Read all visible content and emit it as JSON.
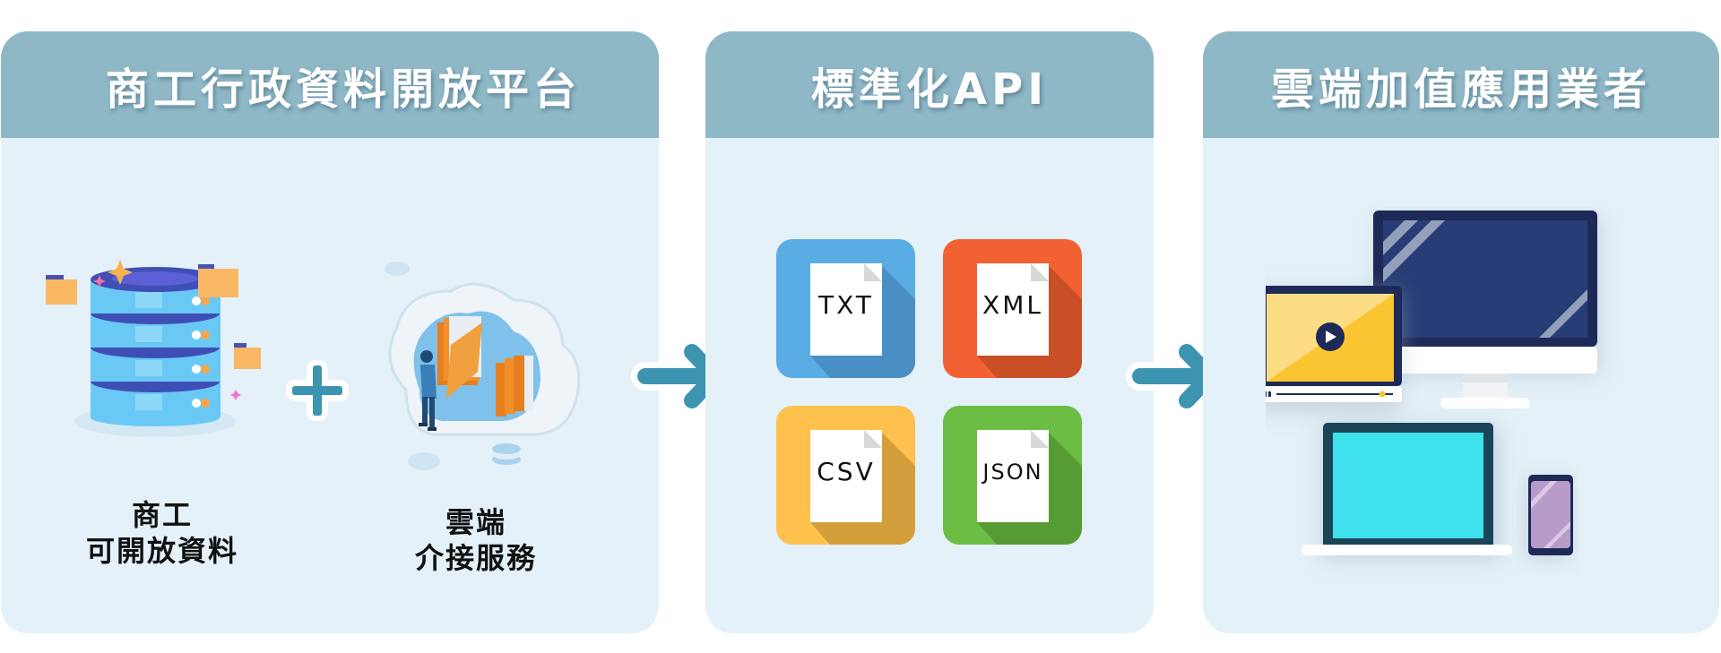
{
  "panels": [
    {
      "title": "商工行政資料開放平台",
      "items": [
        {
          "caption_line1": "商工",
          "caption_line2": "可開放資料",
          "icon": "database-icon"
        },
        {
          "caption_line1": "雲端",
          "caption_line2": "介接服務",
          "icon": "cloud-folders-icon"
        }
      ],
      "connector": "plus-icon"
    },
    {
      "title": "標準化API",
      "formats": [
        {
          "label": "TXT",
          "color": "#5aace4",
          "shade": "#4a8fc4"
        },
        {
          "label": "XML",
          "color": "#f26131",
          "shade": "#c84f26"
        },
        {
          "label": "CSV",
          "color": "#fec14d",
          "shade": "#d29f3c"
        },
        {
          "label": "JSON",
          "color": "#6cbd44",
          "shade": "#579b35"
        }
      ]
    },
    {
      "title": "雲端加值應用業者",
      "devices": [
        "desktop-monitor-icon",
        "video-player-icon",
        "laptop-icon",
        "smartphone-icon"
      ]
    }
  ],
  "flow_arrows": [
    "arrow-right-icon",
    "arrow-right-icon"
  ],
  "colors": {
    "header_bg": "#8fb8c7",
    "panel_bg": "#e4f1f8",
    "arrow": "#3c94b0",
    "plus": "#3c94b0"
  }
}
